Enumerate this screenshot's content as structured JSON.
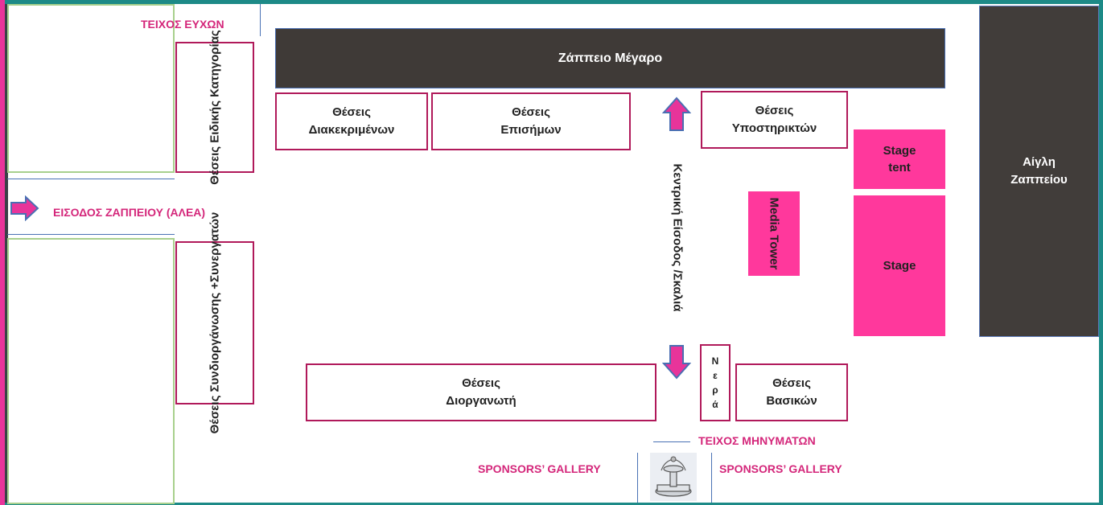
{
  "zones": {
    "wall_of_wishes": "ΤΕΙΧΟΣ ΕΥΧΩΝ",
    "zappeion_hall": "Ζάππειο Μέγαρο",
    "special_category": "Θέσεις\nΕιδικής\nΚατηγορίας",
    "distinguished_seats": "Θέσεις\nΔιακεκριμένων",
    "official_seats": "Θέσεις\nΕπισήμων",
    "supporter_seats": "Θέσεις\nΥποστηρικτών",
    "stage_tent": "Stage\ntent",
    "stage": "Stage",
    "aigli": "Αίγλη\nΖαππείου",
    "media_tower": "Media\nTower",
    "entrance_alea": "ΕΙΣΟΔΟΣ ΖΑΠΠΕΙΟΥ (ΑΛΕΑ)",
    "co_organizer_seats": "Θέσεις\nΣυνδιοργάνωσης\n+Συνεργατών",
    "main_entrance": "Κεντρική Είσοδος /Σκαλιά",
    "water": "Ν\nε\nρ\nά",
    "organizer_seats": "Θέσεις\nΔιοργανωτή",
    "basic_seats": "Θέσεις\nΒασικών",
    "wall_of_messages": "ΤΕΙΧΟΣ ΜΗΝΥΜΑΤΩΝ",
    "sponsors_gallery_left": "SPONSORS’ GALLERY",
    "sponsors_gallery_right": "SPONSORS’ GALLERY"
  },
  "icons": {
    "entrance_arrow": "arrow-right-icon",
    "main_entrance_up": "arrow-up-icon",
    "main_entrance_down": "arrow-down-icon",
    "fountain": "fountain-icon"
  },
  "colors": {
    "accent_pink": "#ff389c",
    "label_pink": "#d4267a",
    "dark_building": "#3f3a37",
    "frame_teal": "#1d8a87",
    "green_outline": "#a8d08d",
    "arrow_fill": "#e8349a",
    "arrow_stroke": "#4a6fb3"
  }
}
